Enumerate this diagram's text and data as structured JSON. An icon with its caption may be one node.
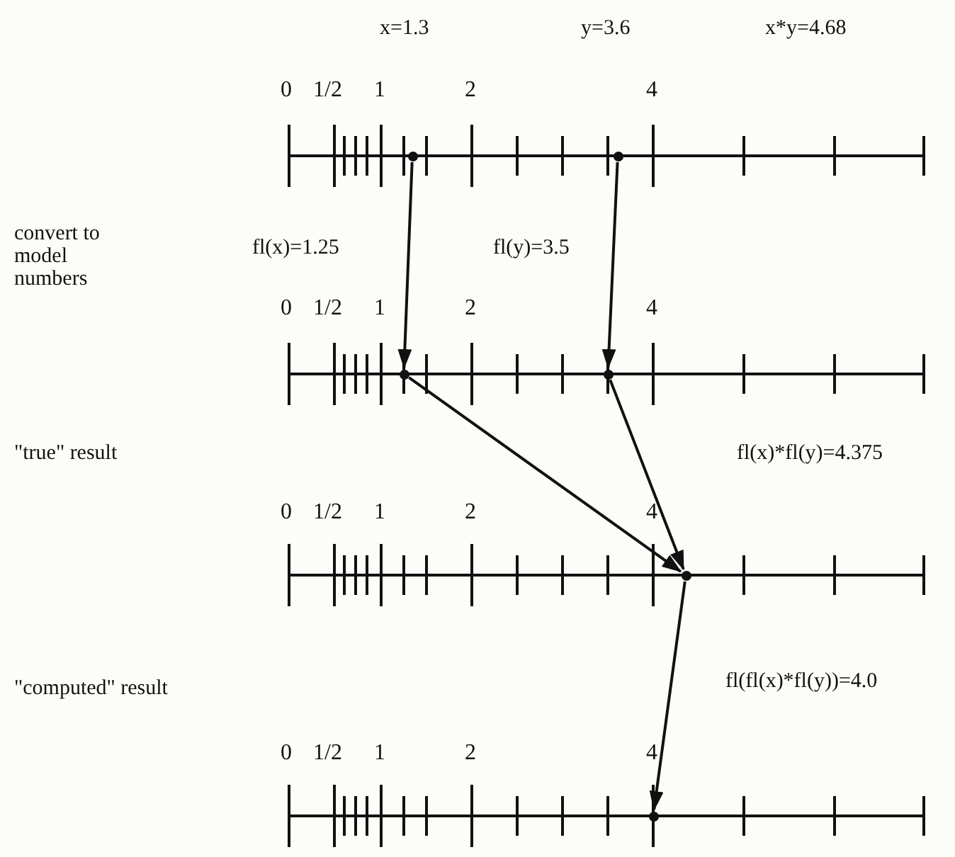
{
  "diagram": {
    "nodes": [
      {
        "text": [],
        "shape": "circle"
      },
      {
        "text": [],
        "shape": "circle"
      },
      {
        "text": [],
        "shape": "circle"
      },
      {
        "text": [],
        "shape": "circle"
      },
      {
        "text": [],
        "shape": "circle"
      },
      {
        "text": [],
        "shape": "circle"
      }
    ],
    "edges": [
      {
        "from": 0,
        "to": 2,
        "arrow": "to"
      },
      {
        "from": 1,
        "to": 3,
        "arrow": "to"
      },
      {
        "from": 2,
        "to": 4,
        "arrow": "to"
      },
      {
        "from": 3,
        "to": 4,
        "arrow": "to"
      },
      {
        "from": 4,
        "to": 5,
        "arrow": "to"
      }
    ],
    "labels": [
      "x=1.3",
      "y=3.6",
      "x*y=4.68",
      "0",
      "1/2",
      "1",
      "2",
      "4",
      "convert to model numbers",
      "fl(x)=1.25",
      "fl(y)=3.5",
      "0",
      "1/2",
      "1",
      "2",
      "4",
      "\"true\" result",
      "fl(x)*fl(y)=4.375",
      "0",
      "1/2",
      "1",
      "2",
      "4",
      "\"computed\" result",
      "fl(fl(x)*fl(y))=4.0",
      "0",
      "1/2",
      "1",
      "2",
      "4"
    ]
  }
}
